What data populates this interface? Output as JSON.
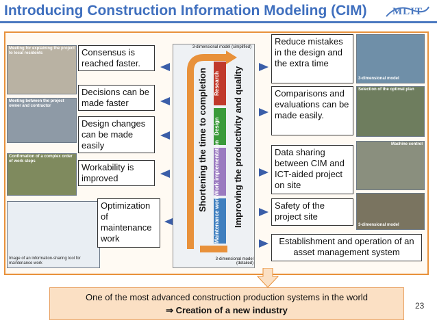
{
  "header": {
    "title": "Introducing Construction Information Modeling (CIM)",
    "logo_text": "MLIT"
  },
  "left_photos": [
    {
      "caption": "Meeting for explaining the project to local residents"
    },
    {
      "caption": "Meeting between the project owner and contractor"
    },
    {
      "caption": "Confirmation of a complex order of work steps"
    },
    {
      "caption": "Image of an information-sharing tool for maintenance work"
    }
  ],
  "left_benefits": [
    "Consensus is reached faster.",
    "Decisions can be made faster",
    "Design changes can be made easily",
    "Workability is improved",
    "Optimization of maintenance work"
  ],
  "center": {
    "model_top_label": "3-dimensional model (simplified)",
    "model_bottom_label": "3-dimensional model (detailed)",
    "vertical_left": "Shortening the time to completion",
    "vertical_right": "Improving the productivity and quality",
    "stages": [
      {
        "label": "Research",
        "color": "#c0392b"
      },
      {
        "label": "Design",
        "color": "#3a9a3a"
      },
      {
        "label": "Work implementation",
        "color": "#9a7ac0"
      },
      {
        "label": "Maintenance work",
        "color": "#3f7fbf"
      }
    ]
  },
  "right_benefits": [
    "Reduce mistakes in the design and the extra time",
    "Comparisons and evaluations can be made easily.",
    "Data sharing between CIM and ICT-aided project on site",
    "Safety of the project site",
    "Establishment and operation of an asset management system"
  ],
  "right_photos": [
    {
      "caption": "3-dimensional model"
    },
    {
      "caption": "Selection of the optimal plan"
    },
    {
      "caption": "Machine control"
    },
    {
      "caption": "3-dimensional model"
    }
  ],
  "footer": {
    "line1": "One of the most advanced construction production systems in the world",
    "line2": "⇒ Creation of a new industry",
    "page_number": "23"
  }
}
